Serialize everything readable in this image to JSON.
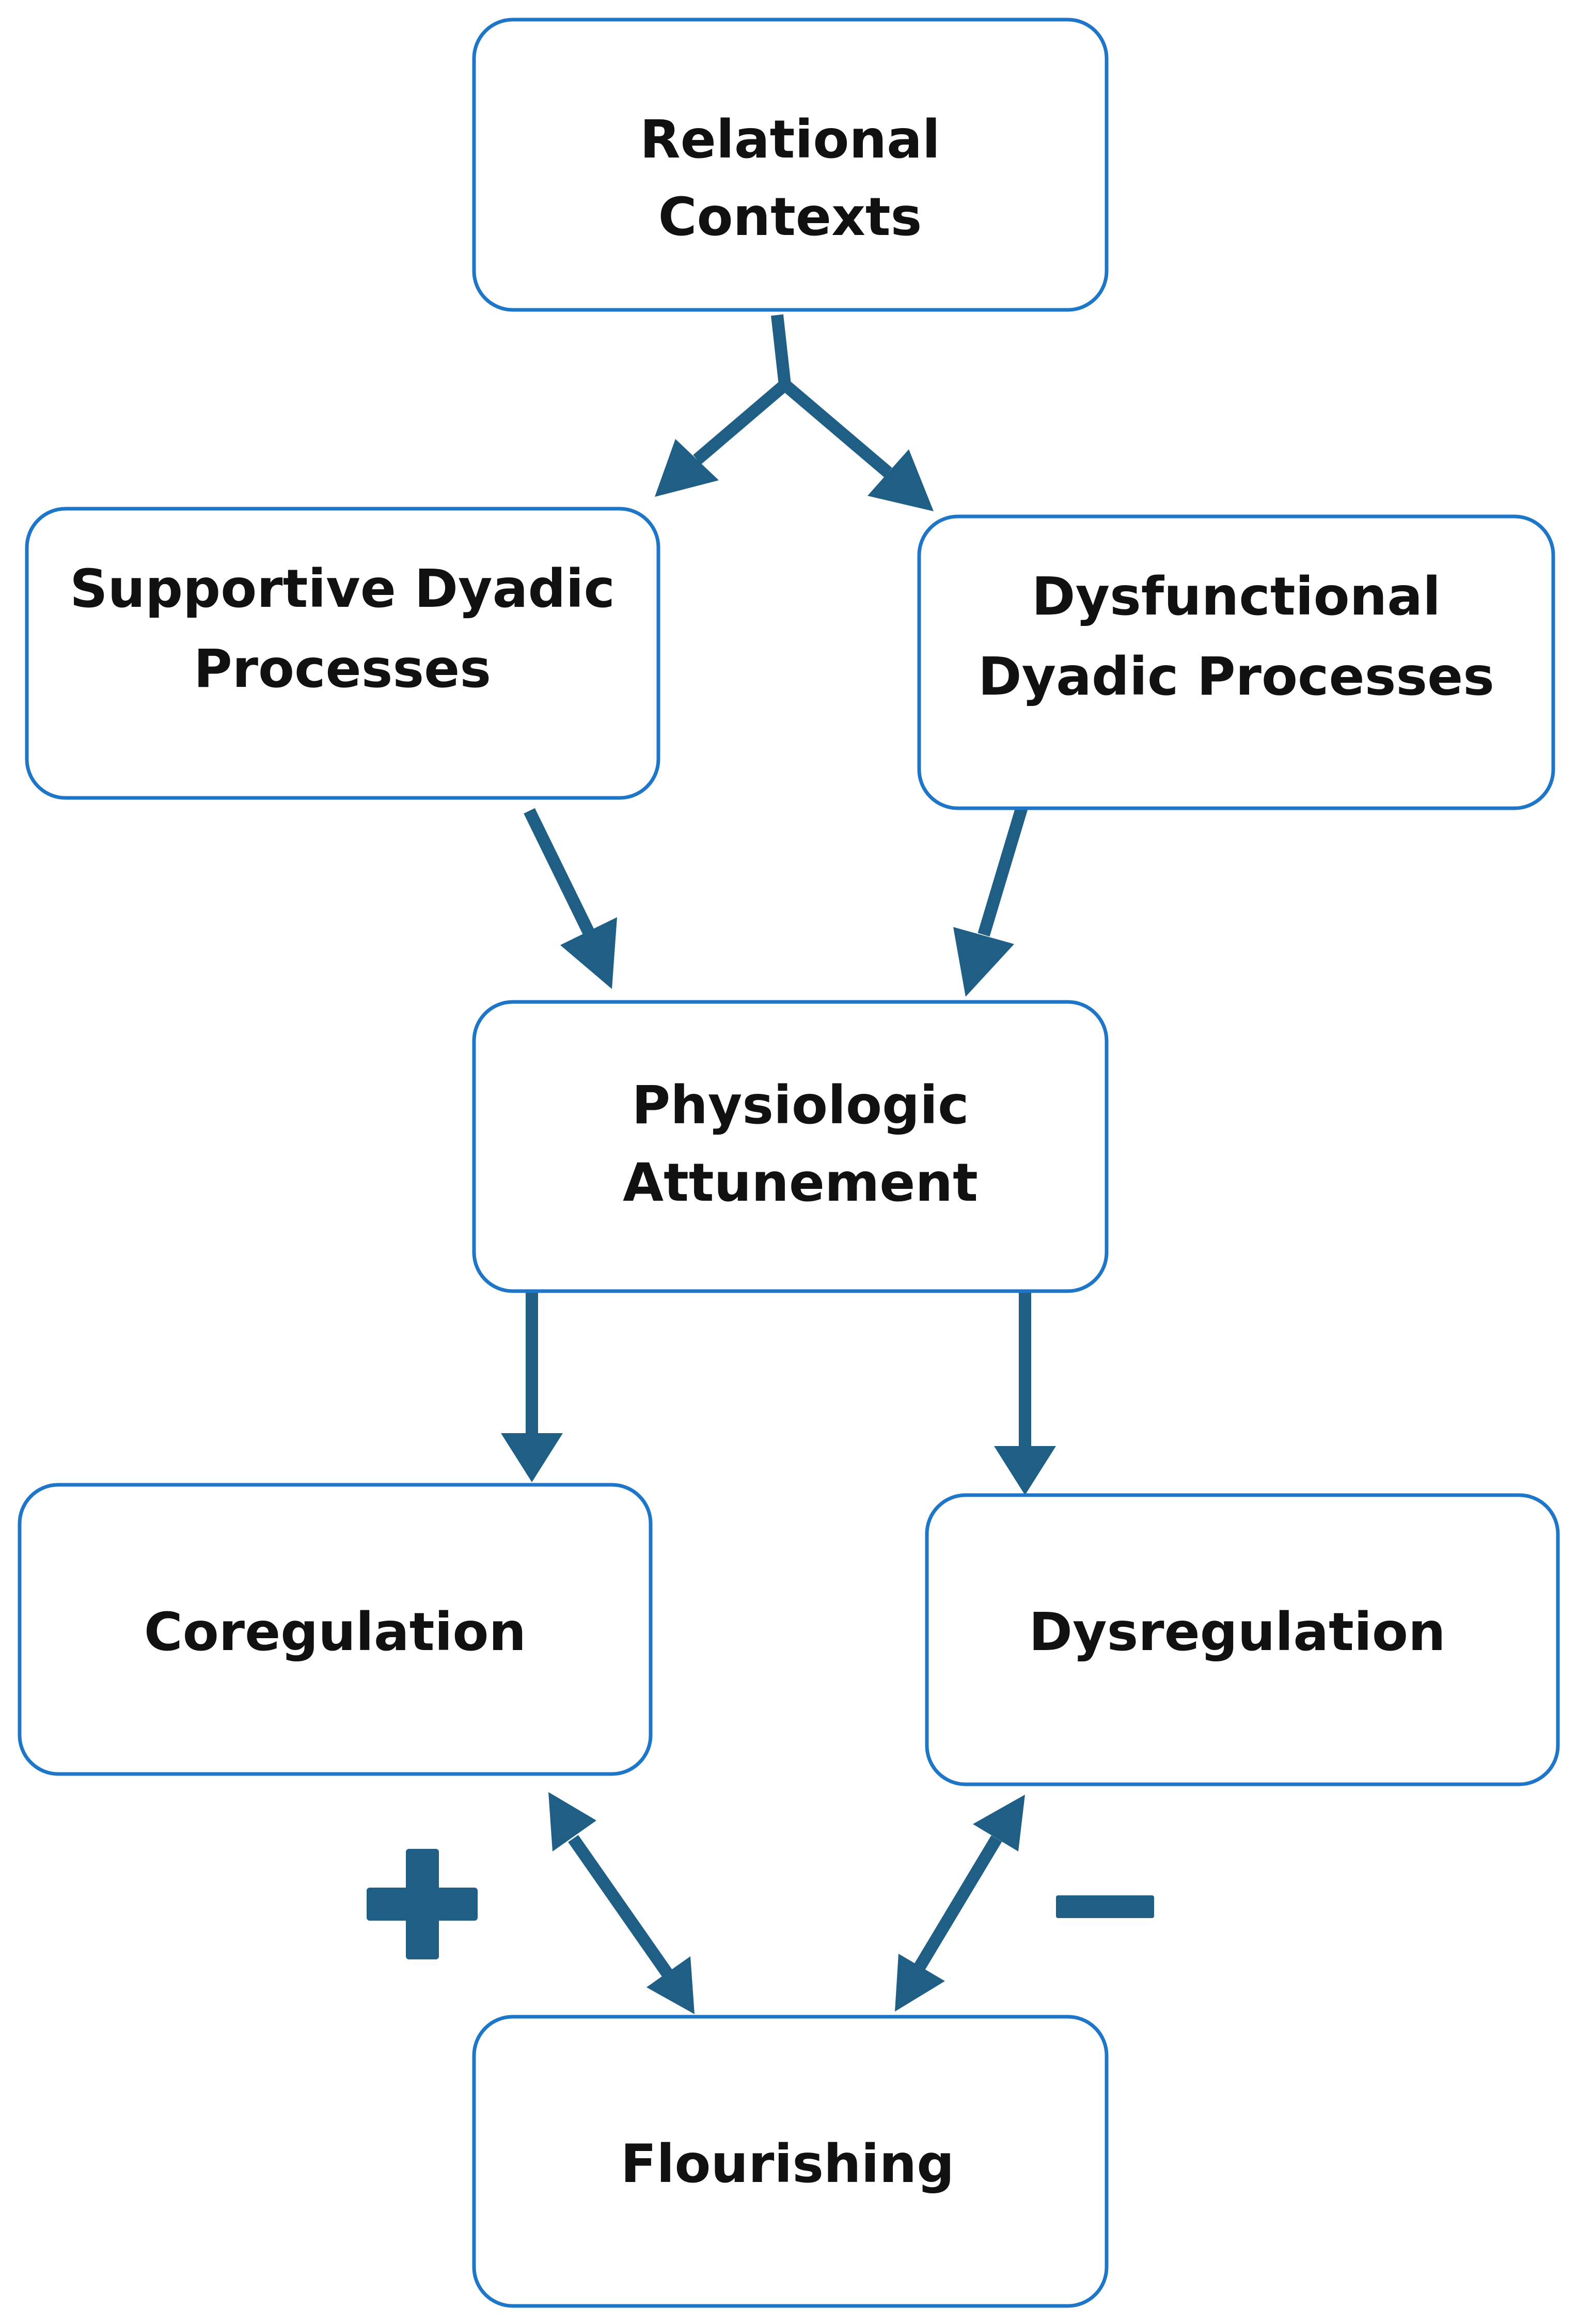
{
  "diagram": {
    "colors": {
      "box_border": "#1e76c8",
      "arrow": "#1f5f86",
      "text": "#111111",
      "background": "#ffffff"
    },
    "nodes": {
      "relational_contexts": {
        "line1": "Relational",
        "line2": "Contexts"
      },
      "supportive": {
        "line1": "Supportive Dyadic",
        "line2": "Processes"
      },
      "dysfunctional": {
        "line1": "Dysfunctional",
        "line2": "Dyadic Processes"
      },
      "attunement": {
        "line1": "Physiologic",
        "line2": "Attunement"
      },
      "coregulation": {
        "label": "Coregulation"
      },
      "dysregulation": {
        "label": "Dysregulation"
      },
      "flourishing": {
        "label": "Flourishing"
      }
    },
    "signs": {
      "positive": "+",
      "negative": "−"
    }
  }
}
